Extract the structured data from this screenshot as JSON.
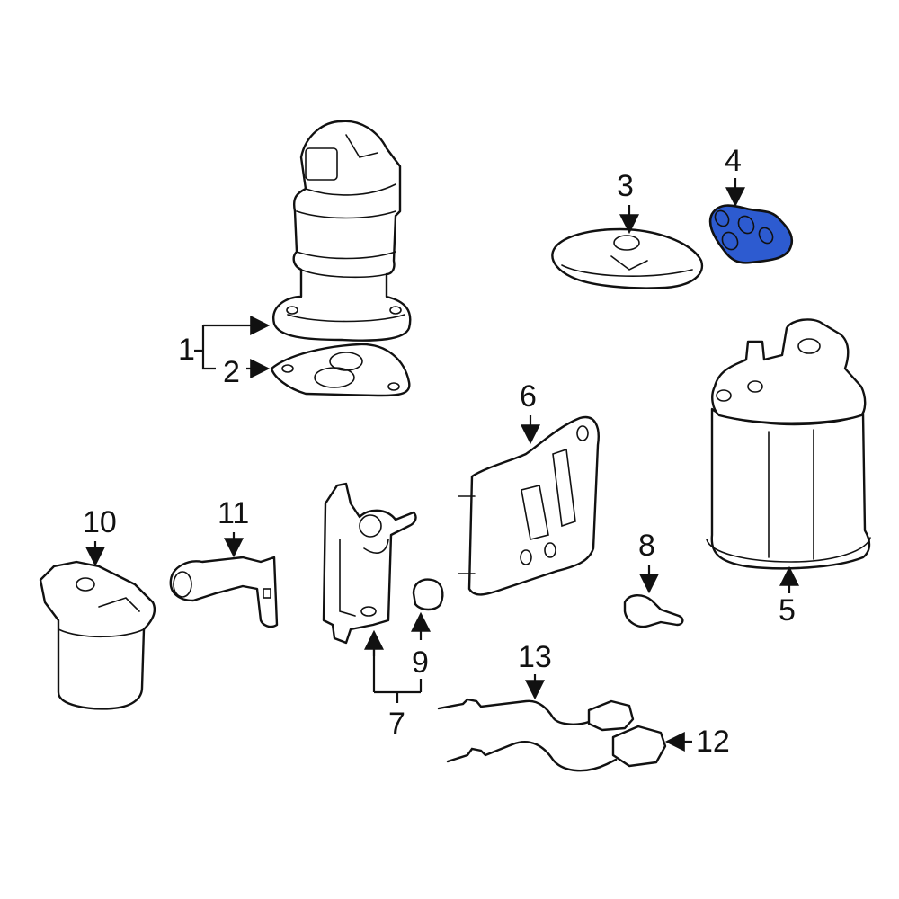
{
  "diagram": {
    "type": "exploded-parts-diagram",
    "highlight_color": "#2D5BD0",
    "callouts": [
      {
        "id": "1",
        "label": "1"
      },
      {
        "id": "2",
        "label": "2"
      },
      {
        "id": "3",
        "label": "3"
      },
      {
        "id": "4",
        "label": "4",
        "highlighted": true
      },
      {
        "id": "5",
        "label": "5"
      },
      {
        "id": "6",
        "label": "6"
      },
      {
        "id": "7",
        "label": "7"
      },
      {
        "id": "8",
        "label": "8"
      },
      {
        "id": "9",
        "label": "9"
      },
      {
        "id": "10",
        "label": "10"
      },
      {
        "id": "11",
        "label": "11"
      },
      {
        "id": "12",
        "label": "12"
      },
      {
        "id": "13",
        "label": "13"
      }
    ]
  }
}
